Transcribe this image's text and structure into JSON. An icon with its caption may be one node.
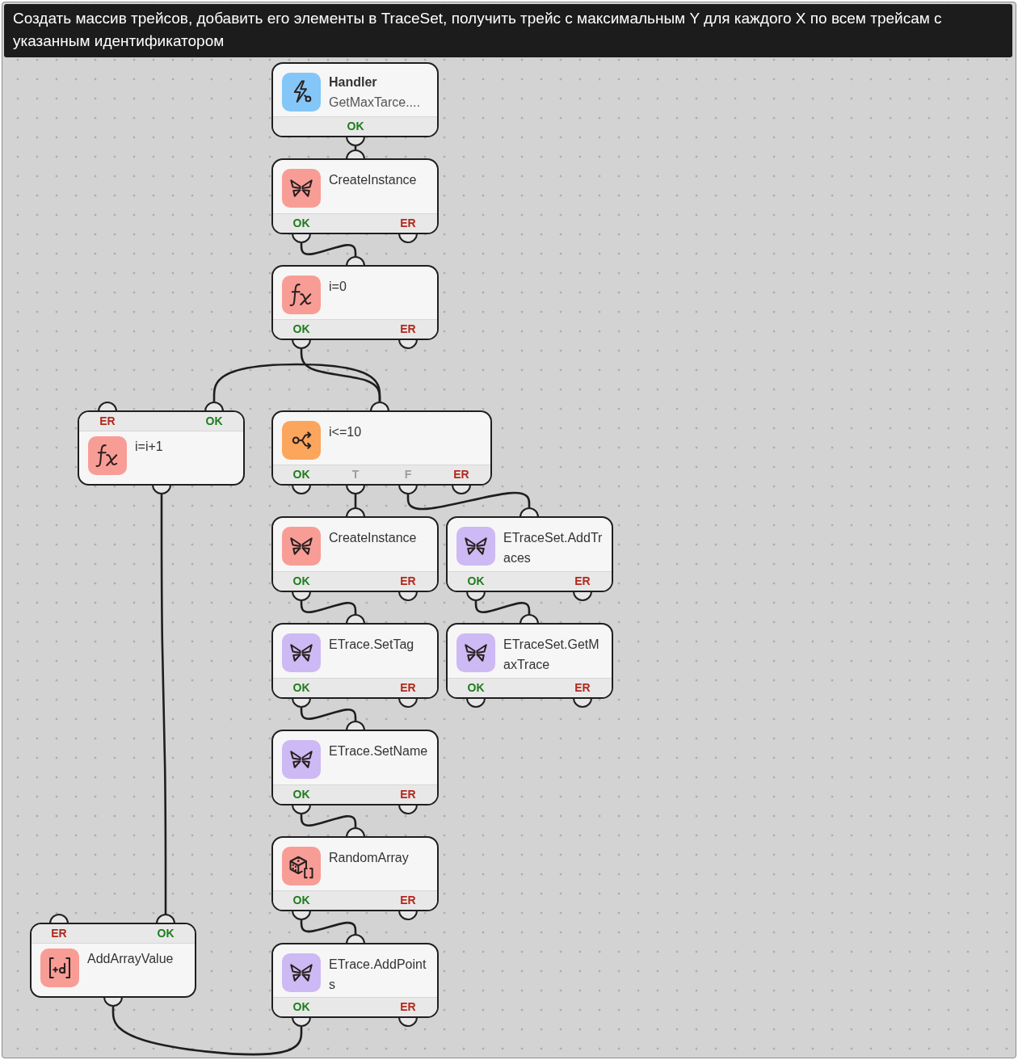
{
  "diagram": {
    "title": "Создать массив трейсов, добавить его элементы в TraceSet, получить трейс с максимальным Y для каждого X по всем трейсам с указанным идентификатором",
    "nodes": [
      {
        "text": [
          "Handler",
          "GetMaxTarce....",
          "OK"
        ]
      },
      {
        "text": [
          "CreateInstance",
          "OK",
          "ER"
        ]
      },
      {
        "text": [
          "i=0",
          "OK",
          "ER"
        ]
      },
      {
        "text": [
          "ER",
          "OK",
          "i=i+1"
        ]
      },
      {
        "text": [
          "i<=10",
          "OK",
          "T",
          "F",
          "ER"
        ]
      },
      {
        "text": [
          "CreateInstance",
          "OK",
          "ER"
        ]
      },
      {
        "text": [
          "ETraceSet.AddTraces",
          "OK",
          "ER"
        ]
      },
      {
        "text": [
          "ETrace.SetTag",
          "OK",
          "ER"
        ]
      },
      {
        "text": [
          "ETraceSet.GetMaxTrace",
          "OK",
          "ER"
        ]
      },
      {
        "text": [
          "ETrace.SetName",
          "OK",
          "ER"
        ]
      },
      {
        "text": [
          "RandomArray",
          "OK",
          "ER"
        ]
      },
      {
        "text": [
          "ER",
          "OK",
          "AddArrayValue"
        ]
      },
      {
        "text": [
          "ETrace.AddPoints",
          "OK",
          "ER"
        ]
      }
    ],
    "edges": [
      {
        "from": 0,
        "to": 1,
        "arrow": "none"
      },
      {
        "from": 1,
        "to": 2,
        "arrow": "none"
      },
      {
        "from": 2,
        "to": 4,
        "arrow": "none"
      },
      {
        "from": 4,
        "to": 5,
        "arrow": "none"
      },
      {
        "from": 4,
        "to": 6,
        "arrow": "none"
      },
      {
        "from": 5,
        "to": 7,
        "arrow": "none"
      },
      {
        "from": 6,
        "to": 8,
        "arrow": "none"
      },
      {
        "from": 7,
        "to": 9,
        "arrow": "none"
      },
      {
        "from": 9,
        "to": 10,
        "arrow": "none"
      },
      {
        "from": 10,
        "to": 12,
        "arrow": "none"
      },
      {
        "from": 12,
        "to": 11,
        "arrow": "none"
      },
      {
        "from": 11,
        "to": 3,
        "arrow": "none"
      },
      {
        "from": 3,
        "to": 4,
        "arrow": "none"
      }
    ]
  }
}
